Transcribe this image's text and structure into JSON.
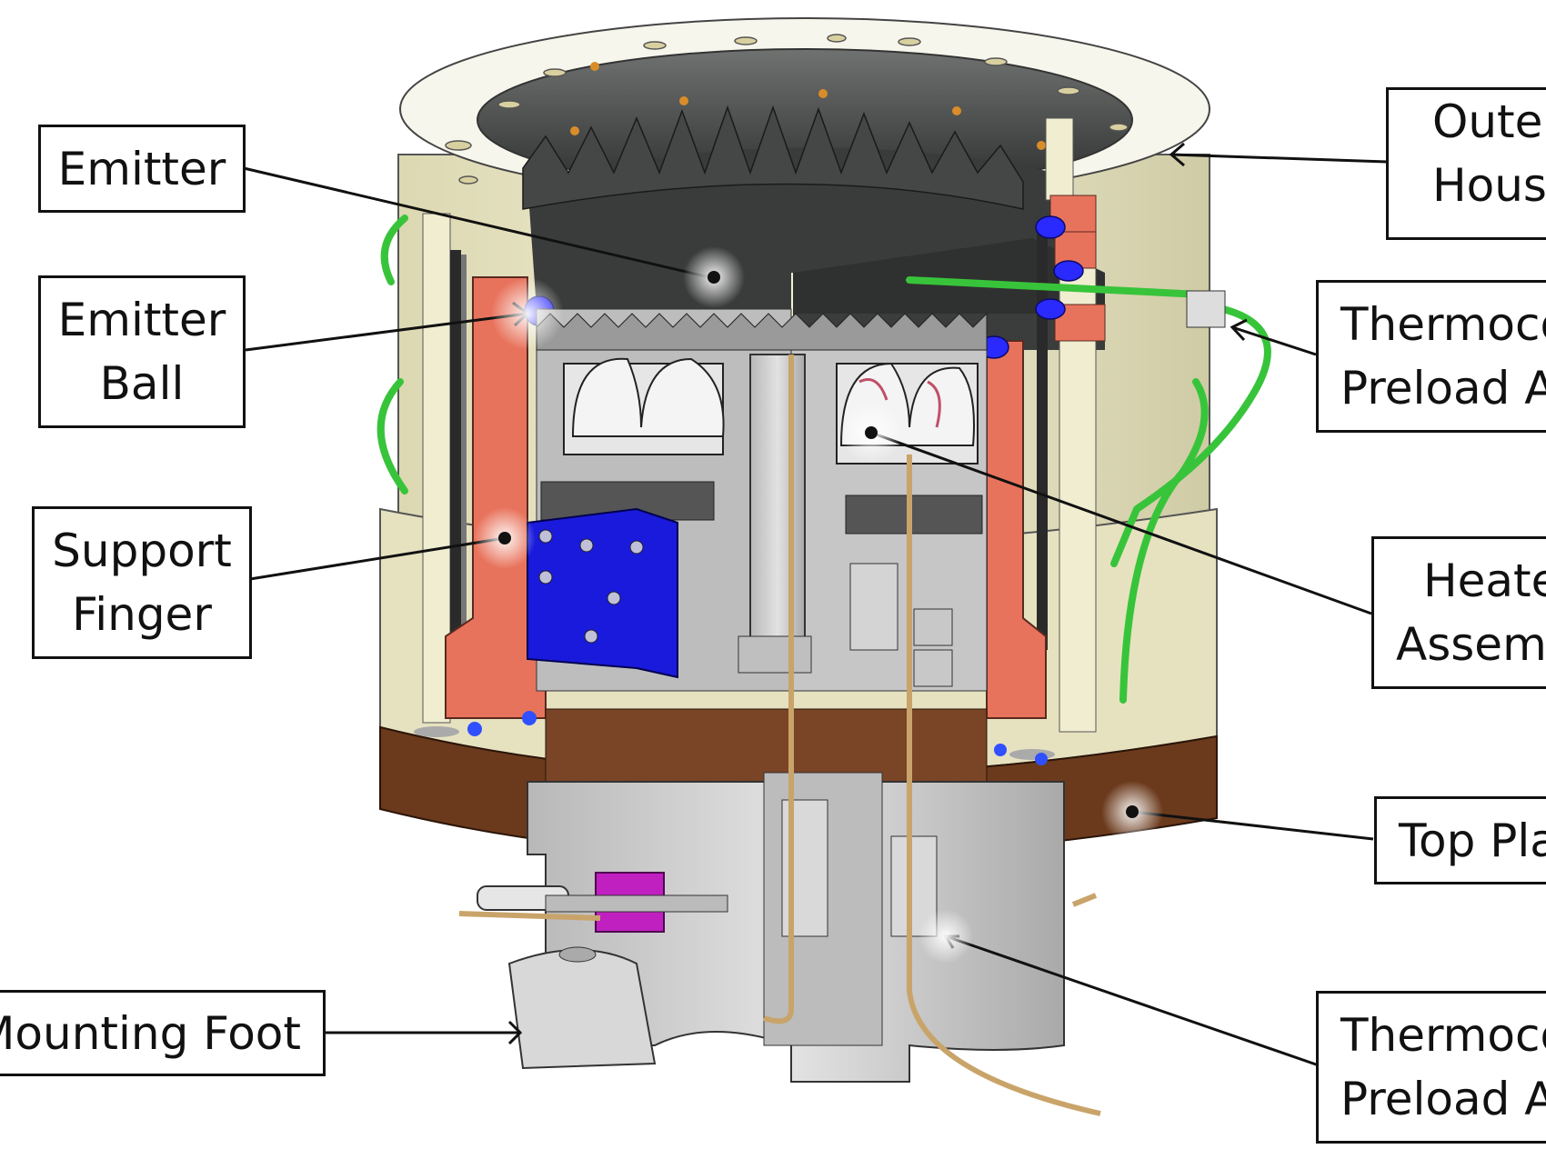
{
  "labels": {
    "emitter": [
      "Emitter"
    ],
    "emitter_ball": [
      "Emitter",
      "Ball"
    ],
    "support_finger": [
      "Support",
      "Finger"
    ],
    "mounting_foot": [
      "Mounting Foot"
    ],
    "outer_housing": [
      "Oute",
      "Housin"
    ],
    "thermocouple_top": [
      "Thermoco",
      "Preload A"
    ],
    "heater_assembly": [
      "Heate",
      "Assemb"
    ],
    "top_plate": [
      "Top Pla"
    ],
    "thermocouple_bottom": [
      "Thermoco",
      "Preload A"
    ]
  },
  "colors": {
    "outer_housing": "#e9e6c6",
    "support_finger": "#e8735c",
    "emitter_ball": "#2a2aff",
    "heater_block": "#1a1adc",
    "top_plate": "#6b3a1c",
    "green_wire": "#38c43a",
    "magenta_part": "#c020c0",
    "steel": "#c8c8c8"
  }
}
